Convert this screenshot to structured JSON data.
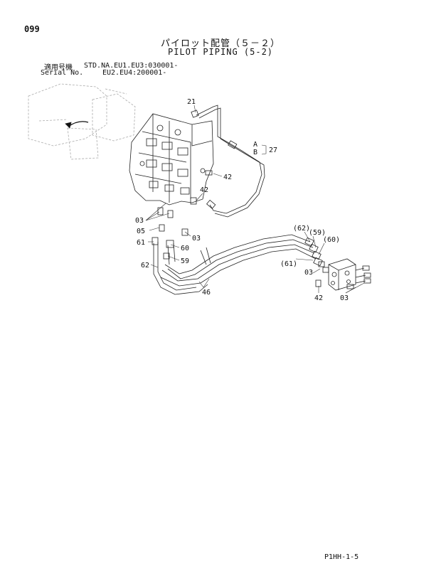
{
  "header": {
    "page_number": "099",
    "title_ja": "パイロット配管（５－２）",
    "title_en": "PILOT PIPING (5-2)",
    "serial_label_ja": "適用号機",
    "serial_spec_1": "STD.NA.EU1.EU3:030001-",
    "serial_label_en": "Serial No.",
    "serial_spec_2": "EU2.EU4:200001-"
  },
  "callouts": {
    "c21": "21",
    "cA": "A",
    "cB": "B",
    "c27": "27",
    "c42a": "42",
    "c42b": "42",
    "c03a": "03",
    "c05": "05",
    "c03b": "03",
    "c61": "61",
    "c60": "60",
    "c59": "59",
    "c62": "62",
    "c46": "46",
    "c62p": "(62)",
    "c59p": "(59)",
    "c60p": "(60)",
    "c61p": "(61)",
    "c03c": "03",
    "c42c": "42",
    "c03d": "03"
  },
  "footer": {
    "doc_code": "P1HH-1-5"
  }
}
